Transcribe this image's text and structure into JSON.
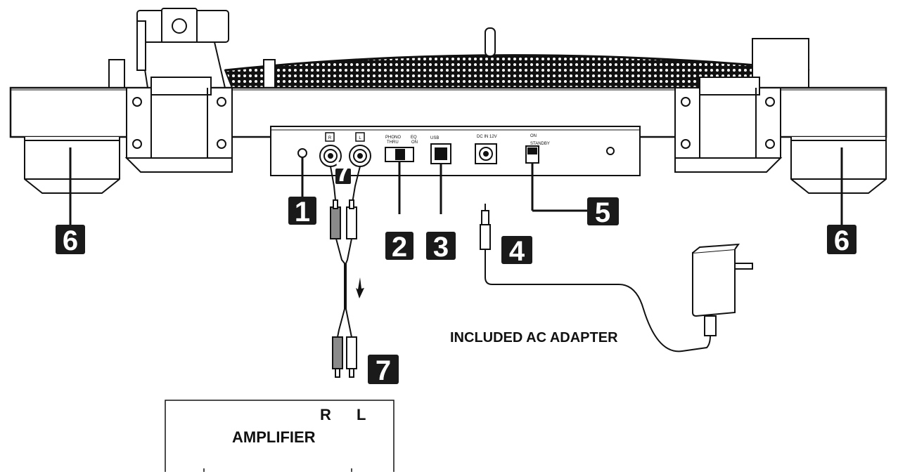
{
  "panel": {
    "jack_r": "R",
    "jack_l": "L",
    "phono_line1": "PHONO",
    "phono_line2": "THRU",
    "eq_line1": "EQ",
    "eq_line2": "ON",
    "usb": "USB",
    "dc_in": "DC IN 12V",
    "power_on": "ON",
    "power_standby": "STANDBY"
  },
  "callouts": {
    "c1": "1",
    "c2": "2",
    "c3": "3",
    "c4": "4",
    "c5": "5",
    "c6_left": "6",
    "c6_right": "6",
    "c7_small": "7",
    "c7_large": "7"
  },
  "adapter_label": "INCLUDED AC ADAPTER",
  "amplifier": {
    "title": "AMPLIFIER",
    "r": "R",
    "l": "L"
  },
  "colors": {
    "line": "#111111",
    "callout_bg": "#1a1a1a",
    "plug_red": "#8a8a8a"
  }
}
